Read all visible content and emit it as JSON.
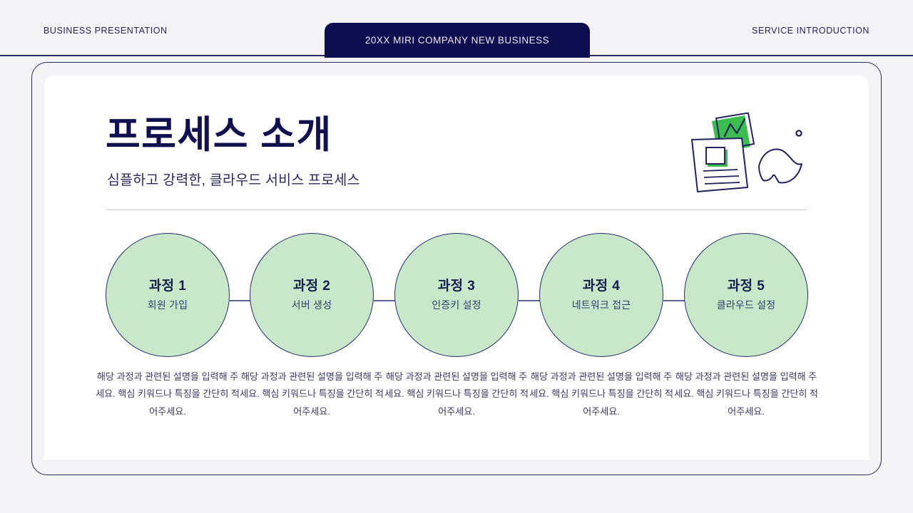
{
  "header": {
    "left_label": "BUSINESS PRESENTATION",
    "banner_title": "20XX MIRI COMPANY NEW  BUSINESS",
    "right_label": "SERVICE INTRODUCTION"
  },
  "slide": {
    "title": "프로세스 소개",
    "subtitle": "심플하고 강력한, 클라우드 서비스 프로세스"
  },
  "colors": {
    "navy": "#0d0d50",
    "border_navy": "#2b2a5e",
    "circle_fill": "#c9e8c9",
    "circle_border": "#22306b",
    "accent_green": "#3bbd4f",
    "page_background": "#f4f4f7",
    "card_background": "#ffffff"
  },
  "process": {
    "steps": [
      {
        "title": "과정 1",
        "subtitle": "회원 가입",
        "description": "해당 과정과 관련된 설명을 입력해 주세요. 핵심 키워드나 특징을 간단히 적어주세요."
      },
      {
        "title": "과정 2",
        "subtitle": "서버 생성",
        "description": "해당 과정과 관련된 설명을 입력해 주세요. 핵심 키워드나 특징을 간단히 적어주세요."
      },
      {
        "title": "과정 3",
        "subtitle": "인증키 설정",
        "description": "해당 과정과 관련된 설명을 입력해 주세요. 핵심 키워드나 특징을 간단히 적어주세요."
      },
      {
        "title": "과정 4",
        "subtitle": "네트워크 접근",
        "description": "해당 과정과 관련된 설명을 입력해 주세요. 핵심 키워드나 특징을 간단히 적어주세요."
      },
      {
        "title": "과정 5",
        "subtitle": "클라우드 설정",
        "description": "해당 과정과 관련된 설명을 입력해 주세요. 핵심 키워드나 특징을 간단히 적어주세요."
      }
    ]
  },
  "illustration": {
    "name": "documents-with-chart-illustration"
  }
}
